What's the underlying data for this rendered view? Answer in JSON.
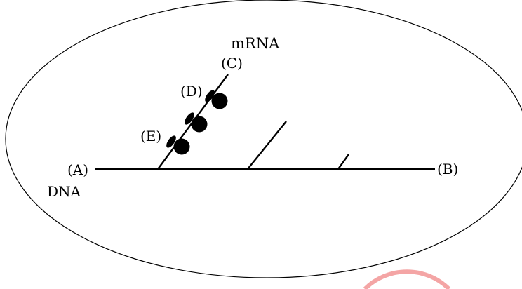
{
  "labels": {
    "mrna": "mRNA",
    "c": "(C)",
    "d": "(D)",
    "e": "(E)",
    "a": "(A)",
    "dna": "DNA",
    "b": "(B)"
  },
  "colors": {
    "stroke": "#000000",
    "background": "#ffffff",
    "watermark": "#f4a5a5"
  }
}
